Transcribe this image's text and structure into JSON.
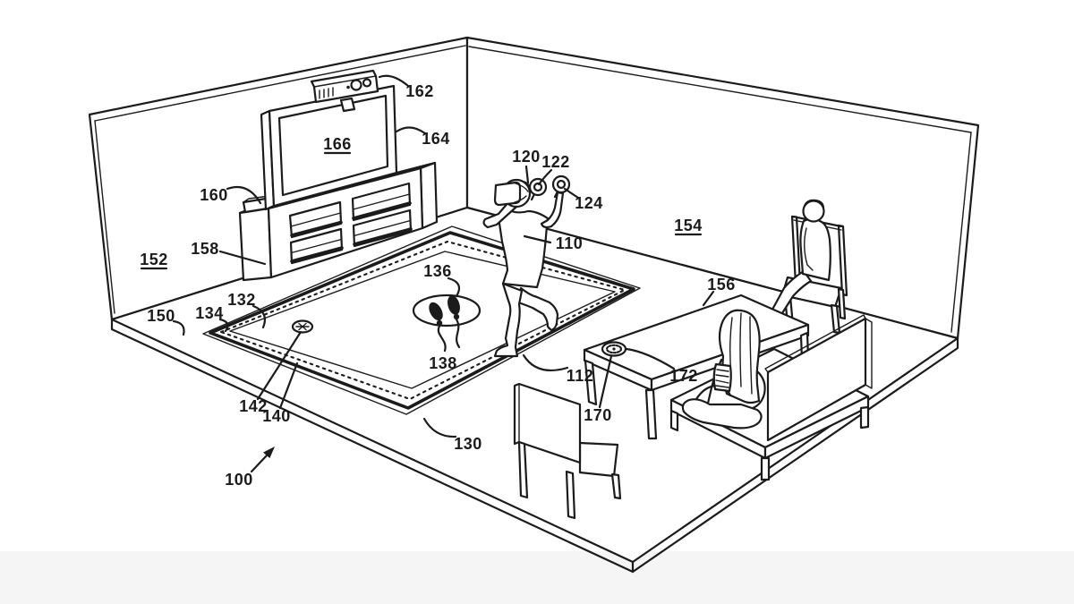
{
  "figure": {
    "kind": "patent-line-drawing",
    "scene": "room with TV, sensor bar, play mat, standing VR player and seated observers",
    "colors": {
      "background": "#ffffff",
      "ink": "#1b1b1b",
      "bottom_band": "#f5f5f6"
    }
  },
  "labels": {
    "n100": {
      "text": "100",
      "underlined": false
    },
    "n110": {
      "text": "110",
      "underlined": false
    },
    "n112": {
      "text": "112",
      "underlined": false
    },
    "n120": {
      "text": "120",
      "underlined": false
    },
    "n122": {
      "text": "122",
      "underlined": false
    },
    "n124": {
      "text": "124",
      "underlined": false
    },
    "n130": {
      "text": "130",
      "underlined": false
    },
    "n132": {
      "text": "132",
      "underlined": false
    },
    "n134": {
      "text": "134",
      "underlined": false
    },
    "n136": {
      "text": "136",
      "underlined": false
    },
    "n138": {
      "text": "138",
      "underlined": false
    },
    "n140": {
      "text": "140",
      "underlined": false
    },
    "n142": {
      "text": "142",
      "underlined": false
    },
    "n150": {
      "text": "150",
      "underlined": false
    },
    "n152": {
      "text": "152",
      "underlined": true
    },
    "n154": {
      "text": "154",
      "underlined": true
    },
    "n156": {
      "text": "156",
      "underlined": false
    },
    "n158": {
      "text": "158",
      "underlined": false
    },
    "n160": {
      "text": "160",
      "underlined": false
    },
    "n162": {
      "text": "162",
      "underlined": false
    },
    "n164": {
      "text": "164",
      "underlined": false
    },
    "n166": {
      "text": "166",
      "underlined": true
    },
    "n170": {
      "text": "170",
      "underlined": false
    },
    "n172": {
      "text": "172",
      "underlined": false
    }
  }
}
